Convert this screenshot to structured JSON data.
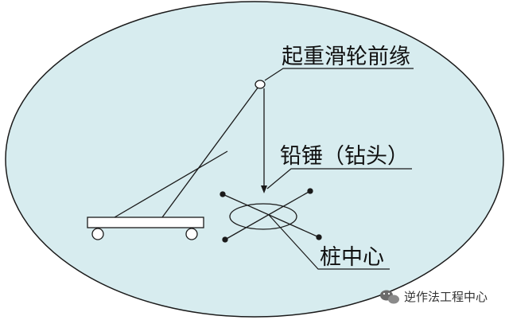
{
  "labels": {
    "pulley_front_edge": "起重滑轮前缘",
    "plumb_bob": "铅锤（钻头）",
    "pile_center": "桩中心"
  },
  "watermark": {
    "text": "逆作法工程中心",
    "icon": "wechat-icon"
  },
  "colors": {
    "background_ellipse": "#d7ecef",
    "stroke": "#1a1a1a"
  }
}
